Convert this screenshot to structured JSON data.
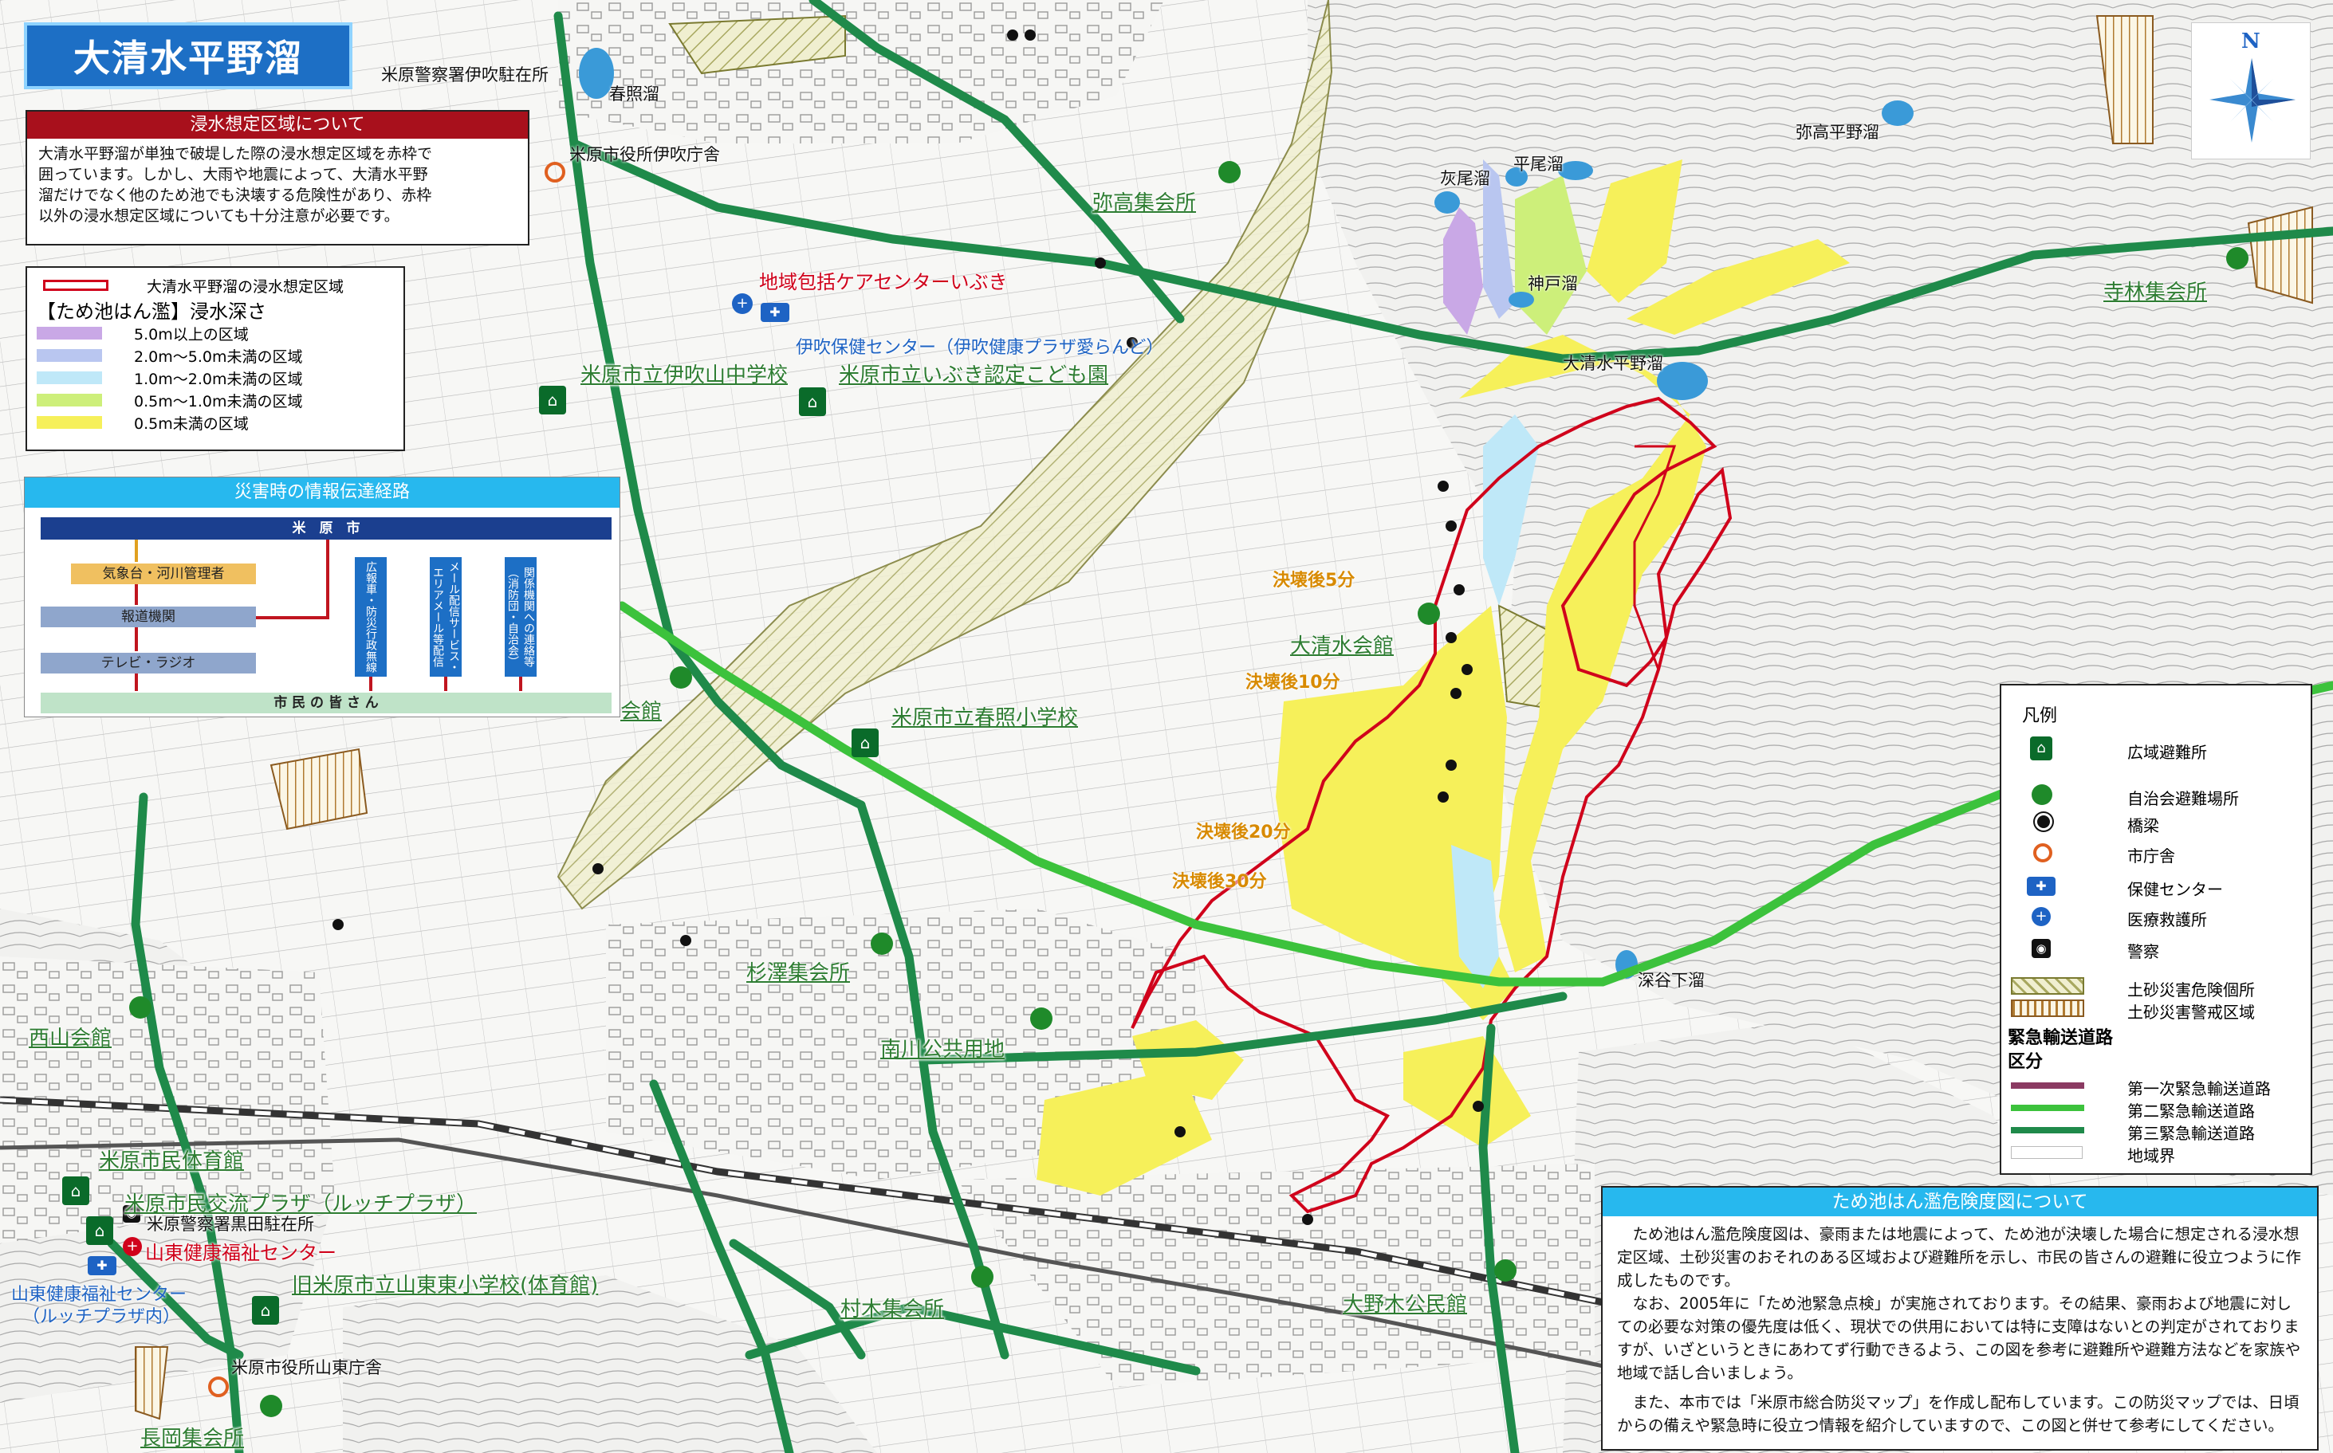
{
  "title": "大清水平野溜",
  "compass": {
    "north": "N"
  },
  "info_box": {
    "header": "浸水想定区域について",
    "lines": [
      "大清水平野溜が単独で破堤した際の浸水想定区域を赤枠で",
      "囲っています。しかし、大雨や地震によって、大清水平野",
      "溜だけでなく他のため池でも決壊する危険性があり、赤枠",
      "以外の浸水想定区域についても十分注意が必要です。"
    ]
  },
  "depth_legend": {
    "area_outline_label": "大清水平野溜の浸水想定区域",
    "heading": "【ため池はん濫】浸水深さ",
    "rows": [
      {
        "label": "5.0m以上の区域",
        "color": "#c9a8e6"
      },
      {
        "label": "2.0m～5.0m未満の区域",
        "color": "#b9c6f0"
      },
      {
        "label": "1.0m～2.0m未満の区域",
        "color": "#bfe8f8"
      },
      {
        "label": "0.5m～1.0m未満の区域",
        "color": "#cdef7a"
      },
      {
        "label": "0.5m未満の区域",
        "color": "#f6f05a"
      }
    ]
  },
  "flow": {
    "header": "災害時の情報伝達経路",
    "city": "米　原　市",
    "weather": "気象台・河川管理者",
    "media": "報道機関",
    "tv": "テレビ・ラジオ",
    "citizens": "市 民 の 皆 さ ん",
    "channels": [
      "広報車・防災行政無線",
      "メール配信サービス・エリアメール等配信",
      "関係機関への連絡等（消防団・自治会）"
    ]
  },
  "map_labels": {
    "green": [
      {
        "id": "yatakaka",
        "text": "弥高集会所"
      },
      {
        "id": "teribayashi",
        "text": "寺林集会所"
      },
      {
        "id": "ibukiyama",
        "text": "米原市立伊吹山中学校"
      },
      {
        "id": "ibuki-kodomoen",
        "text": "米原市立いぶき認定こども園"
      },
      {
        "id": "oshimizu",
        "text": "大清水会館"
      },
      {
        "id": "kaikan",
        "text": "会館"
      },
      {
        "id": "harueri",
        "text": "米原市立春照小学校"
      },
      {
        "id": "sugisawa",
        "text": "杉澤集会所"
      },
      {
        "id": "minamikawa",
        "text": "南川公共用地"
      },
      {
        "id": "nishiyama",
        "text": "西山会館"
      },
      {
        "id": "taiikukan",
        "text": "米原市民体育館"
      },
      {
        "id": "lucchi",
        "text": "米原市民交流プラザ（ルッチプラザ）"
      },
      {
        "id": "santo-higashi",
        "text": "旧米原市立山東東小学校(体育館)"
      },
      {
        "id": "muraki",
        "text": "村木集会所"
      },
      {
        "id": "onogi",
        "text": "大野木公民館"
      },
      {
        "id": "nagaoka",
        "text": "長岡集会所"
      }
    ],
    "black": [
      {
        "id": "police-ibuki",
        "text": "米原警察署伊吹駐在所"
      },
      {
        "id": "sunsho-ike",
        "text": "春照溜"
      },
      {
        "id": "city-ibuki",
        "text": "米原市役所伊吹庁舎"
      },
      {
        "id": "haio",
        "text": "灰尾溜"
      },
      {
        "id": "hirao",
        "text": "平尾溜"
      },
      {
        "id": "yatakahirano",
        "text": "弥高平野溜"
      },
      {
        "id": "kobe",
        "text": "神戸溜"
      },
      {
        "id": "oshimizuhirano",
        "text": "大清水平野溜"
      },
      {
        "id": "fukaya",
        "text": "深谷下溜"
      },
      {
        "id": "police-kuroda",
        "text": "米原警察署黒田駐在所"
      },
      {
        "id": "city-santo",
        "text": "米原市役所山東庁舎"
      }
    ],
    "red": [
      {
        "id": "care-center",
        "text": "地域包括ケアセンターいぶき"
      },
      {
        "id": "santo-kenko",
        "text": "山東健康福祉センター"
      }
    ],
    "blue": [
      {
        "id": "ibuki-hoken",
        "text": "伊吹保健センター（伊吹健康プラザ愛らんど）"
      },
      {
        "id": "santo-hoken-1",
        "text": "山東健康福祉センター"
      },
      {
        "id": "santo-hoken-2",
        "text": "（ルッチプラザ内）"
      }
    ],
    "orange": [
      {
        "id": "t5",
        "text": "決壊後5分"
      },
      {
        "id": "t10",
        "text": "決壊後10分"
      },
      {
        "id": "t20",
        "text": "決壊後20分"
      },
      {
        "id": "t30",
        "text": "決壊後30分"
      }
    ]
  },
  "legend": {
    "title": "凡例",
    "items": [
      {
        "label": "広域避難所",
        "icon": "evacuation-shelter-icon"
      },
      {
        "label": "自治会避難場所",
        "icon": "green-dot-icon"
      },
      {
        "label": "橋梁",
        "icon": "bridge-icon"
      },
      {
        "label": "市庁舎",
        "icon": "city-hall-icon"
      },
      {
        "label": "保健センター",
        "icon": "health-center-icon"
      },
      {
        "label": "医療救護所",
        "icon": "medical-aid-icon"
      },
      {
        "label": "警察",
        "icon": "police-icon"
      },
      {
        "label": "土砂災害危険個所",
        "icon": "landslide-danger-icon"
      },
      {
        "label": "土砂災害警戒区域",
        "icon": "landslide-warning-icon"
      }
    ],
    "road_heading_1": "緊急輸送道路",
    "road_heading_2": "区分",
    "roads": [
      {
        "label": "第一次緊急輸送道路",
        "color": "#8b3a62"
      },
      {
        "label": "第二緊急輸送道路",
        "color": "#3cc23c"
      },
      {
        "label": "第三緊急輸送道路",
        "color": "#1f8a4a"
      },
      {
        "label": "地域界",
        "color": "#ffffff"
      }
    ]
  },
  "about": {
    "header": "ため池はん濫危険度図について",
    "paragraphs": [
      "ため池はん濫危険度図は、豪雨または地震によって、ため池が決壊した場合に想定される浸水想定区域、土砂災害のおそれのある区域および避難所を示し、市民の皆さんの避難に役立つように作成したものです。",
      "なお、2005年に「ため池緊急点検」が実施されております。その結果、豪雨および地震に対しての必要な対策の優先度は低く、現状での供用においては特に支障はないとの判定がされておりますが、いざというときにあわてず行動できるよう、この図を参考に避難所や避難方法などを家族や地域で話し合いましょう。",
      "また、本市では「米原市総合防災マップ」を作成し配布しています。この防災マップでは、日頃からの備えや緊急時に役立つ情報を紹介していますので、この図と併せて参考にしてください。"
    ]
  }
}
